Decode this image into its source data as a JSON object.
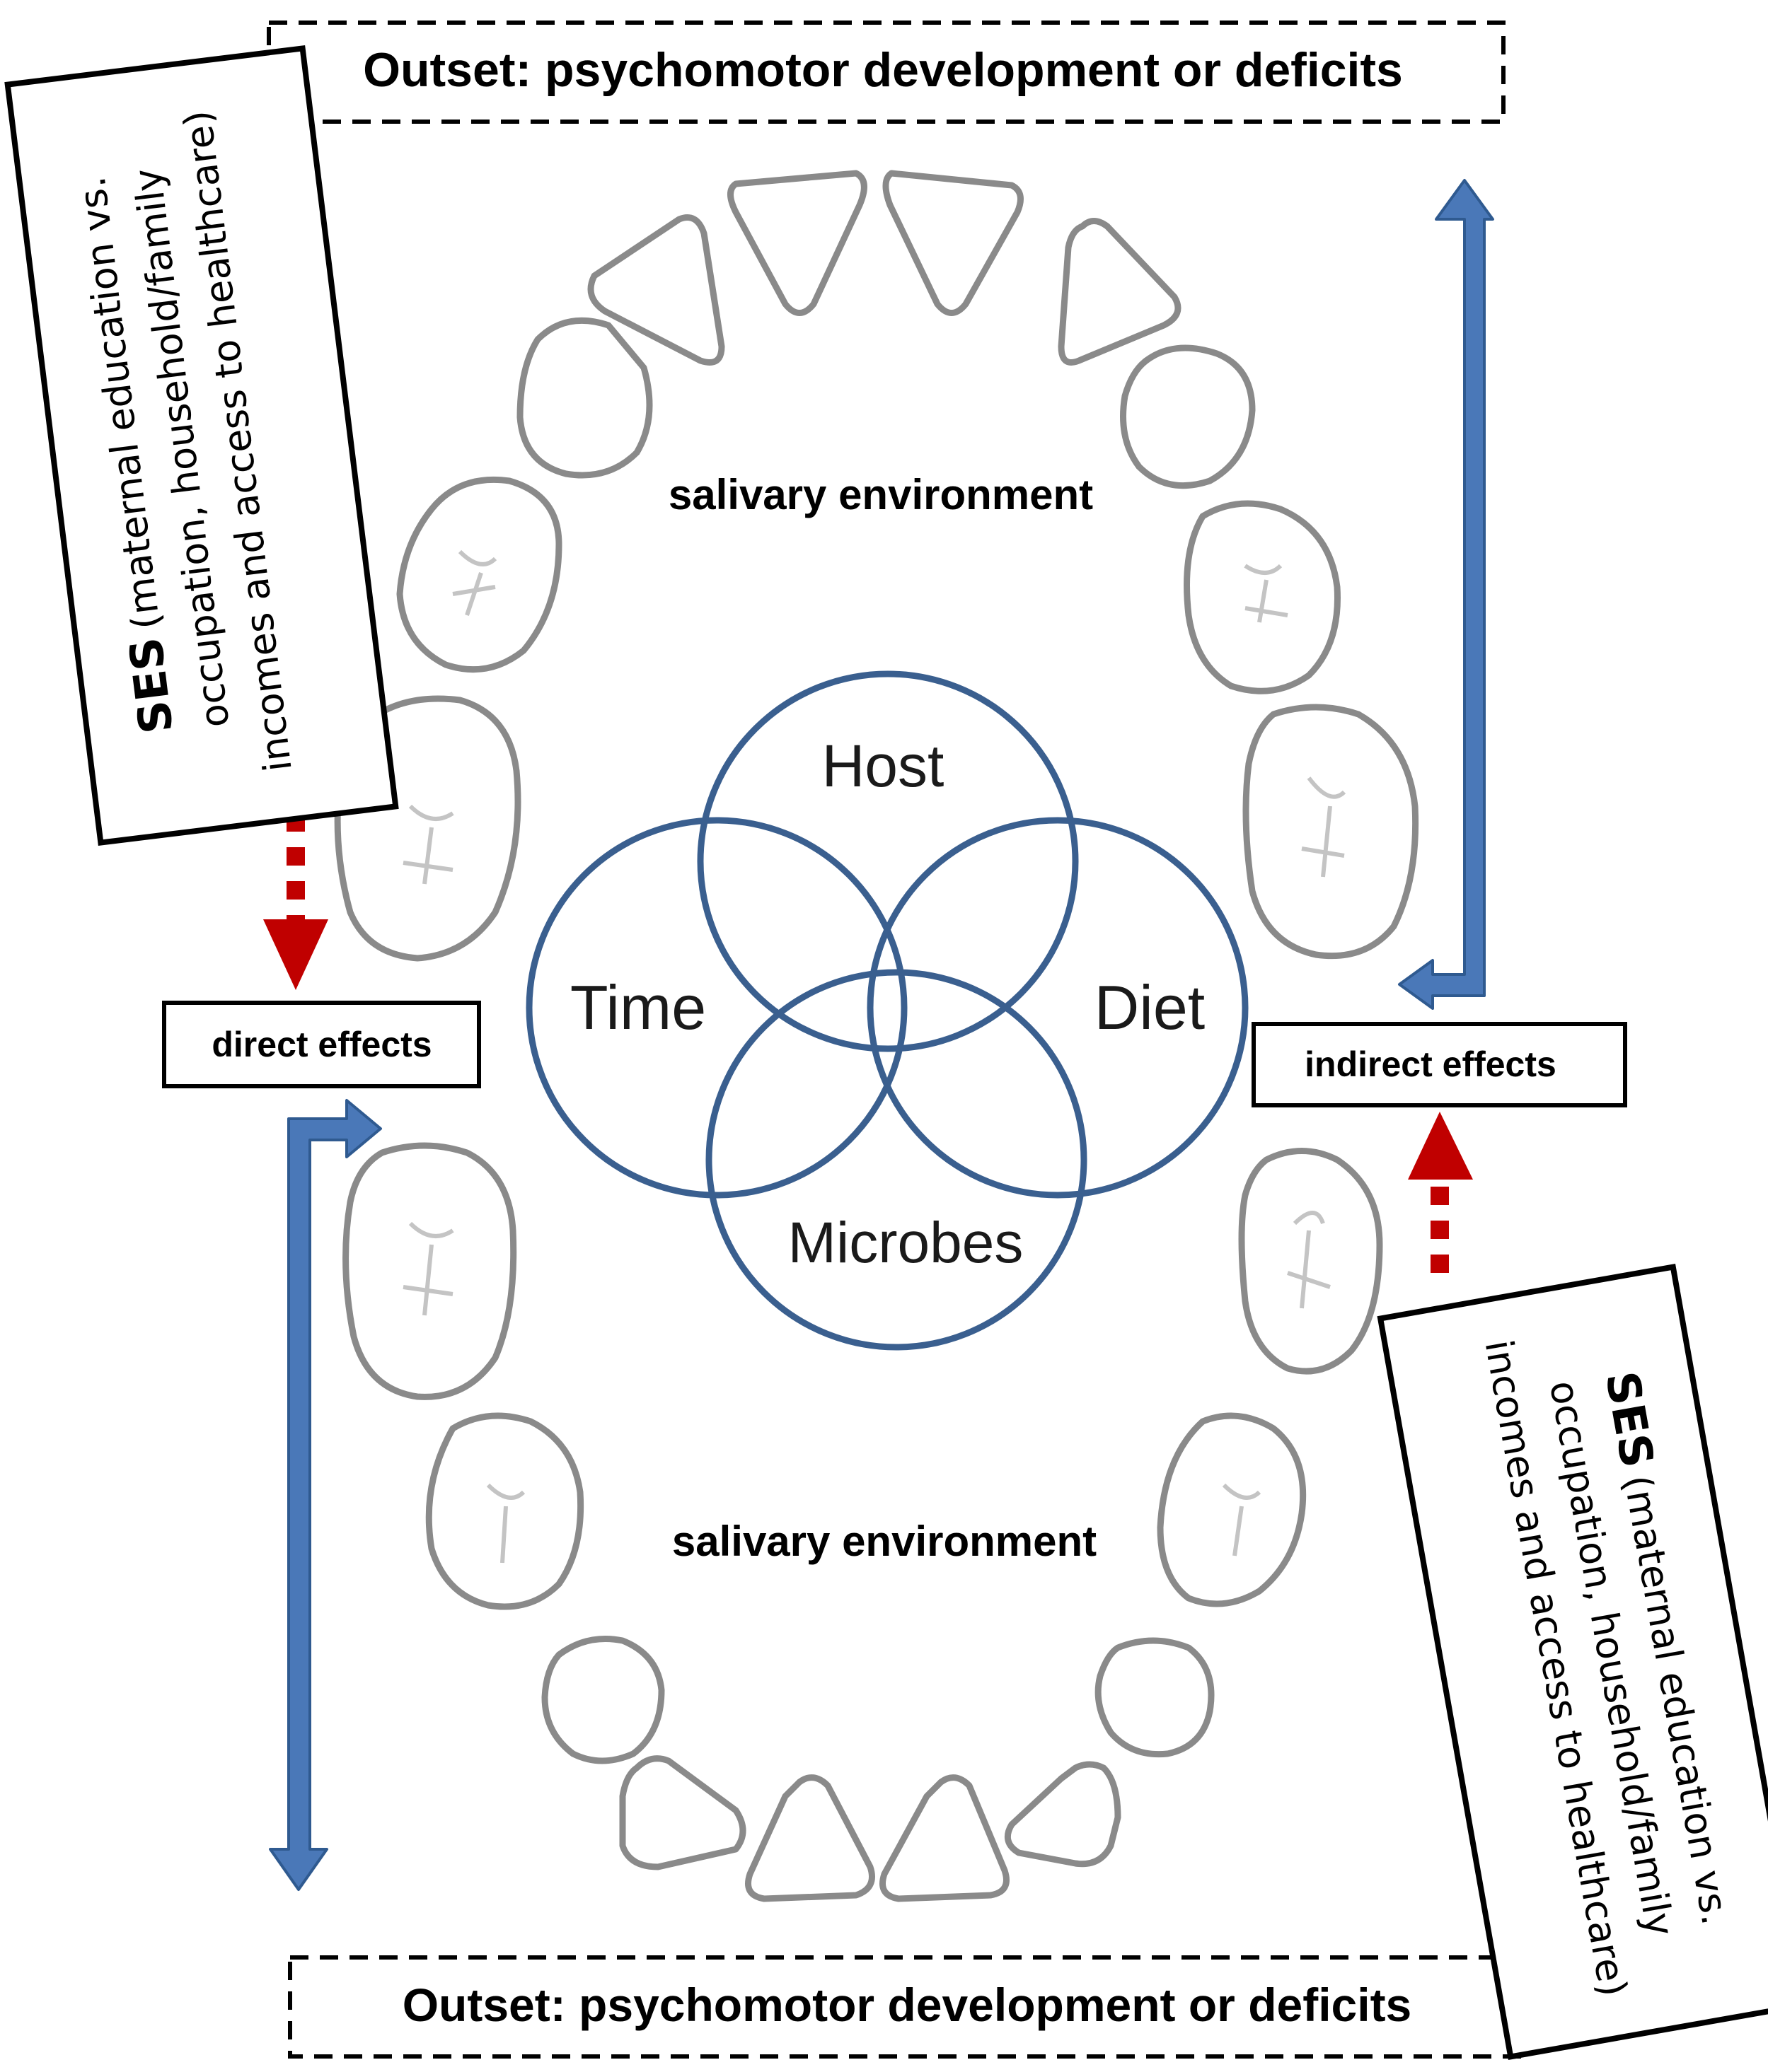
{
  "outset_top": "Outset: psychomotor development or deficits",
  "outset_bottom": "Outset: psychomotor  development  or deficits",
  "salivary_upper": "salivary environment",
  "salivary_lower": "salivary environment",
  "venn": {
    "host": "Host",
    "time": "Time",
    "diet": "Diet",
    "microbes": "Microbes"
  },
  "direct_effects": "direct effects",
  "indirect_effects": "indirect effects",
  "ses_left": {
    "abbr": "SES",
    "line1": "(maternal education vs.",
    "line2": "occupation, household/family",
    "line3": "incomes and access to healthcare)"
  },
  "ses_right": {
    "abbr": "SES",
    "line1": "(maternal education vs.",
    "line2": "occupation, household/family",
    "line3": "incomes and access to healthcare)"
  },
  "colors": {
    "venn_stroke": "#3a5f8f",
    "blue_arrow": "#4a78b8",
    "red_arrow": "#c00000",
    "tooth_stroke": "#8a8a8a"
  }
}
